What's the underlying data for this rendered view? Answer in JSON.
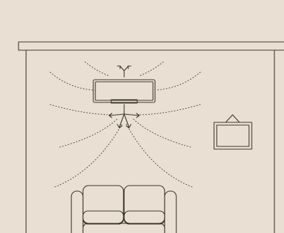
{
  "scene": {
    "description_elements": [
      "room-wall",
      "ceiling-molding",
      "air-conditioner-unit",
      "airflow-lines",
      "airflow-arrows",
      "wall-picture-frame",
      "sofa"
    ],
    "colors": {
      "background": "#e9e0d3",
      "stroke": "#3a3128"
    }
  }
}
